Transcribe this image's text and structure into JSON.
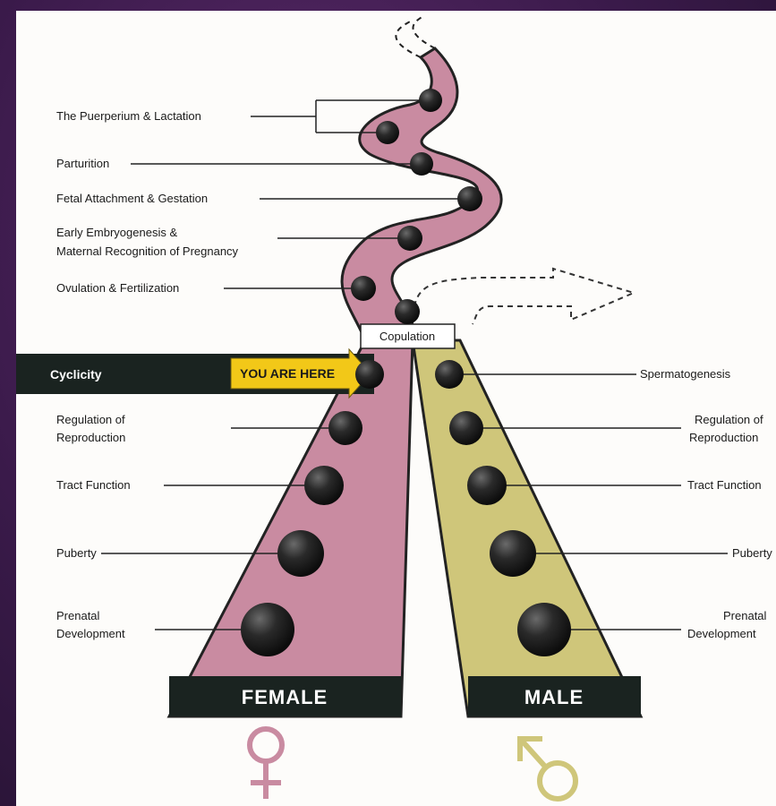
{
  "female_side": {
    "upper_stages": [
      "The Puerperium & Lactation",
      "Parturition",
      "Fetal Attachment & Gestation",
      "Early Embryogenesis &",
      "Maternal Recognition of Pregnancy",
      "Ovulation & Fertilization"
    ],
    "cyclicity_label": "Cyclicity",
    "you_are_here": "YOU ARE HERE",
    "lower_stages": [
      "Regulation of",
      "Reproduction",
      "Tract Function",
      "Puberty",
      "Prenatal",
      "Development"
    ],
    "base_label": "FEMALE",
    "symbol": "♀"
  },
  "male_side": {
    "stages": [
      "Spermatogenesis",
      "Regulation of",
      "Reproduction",
      "Tract Function",
      "Puberty",
      "Prenatal",
      "Development"
    ],
    "base_label": "MALE",
    "symbol": "♂"
  },
  "junction_label": "Copulation",
  "colors": {
    "female": "#c98ba1",
    "male": "#cfc67a",
    "node": "#222222",
    "base": "#1a2320",
    "arrow": "#f2c818",
    "background_frame": "#3a1a4a"
  }
}
